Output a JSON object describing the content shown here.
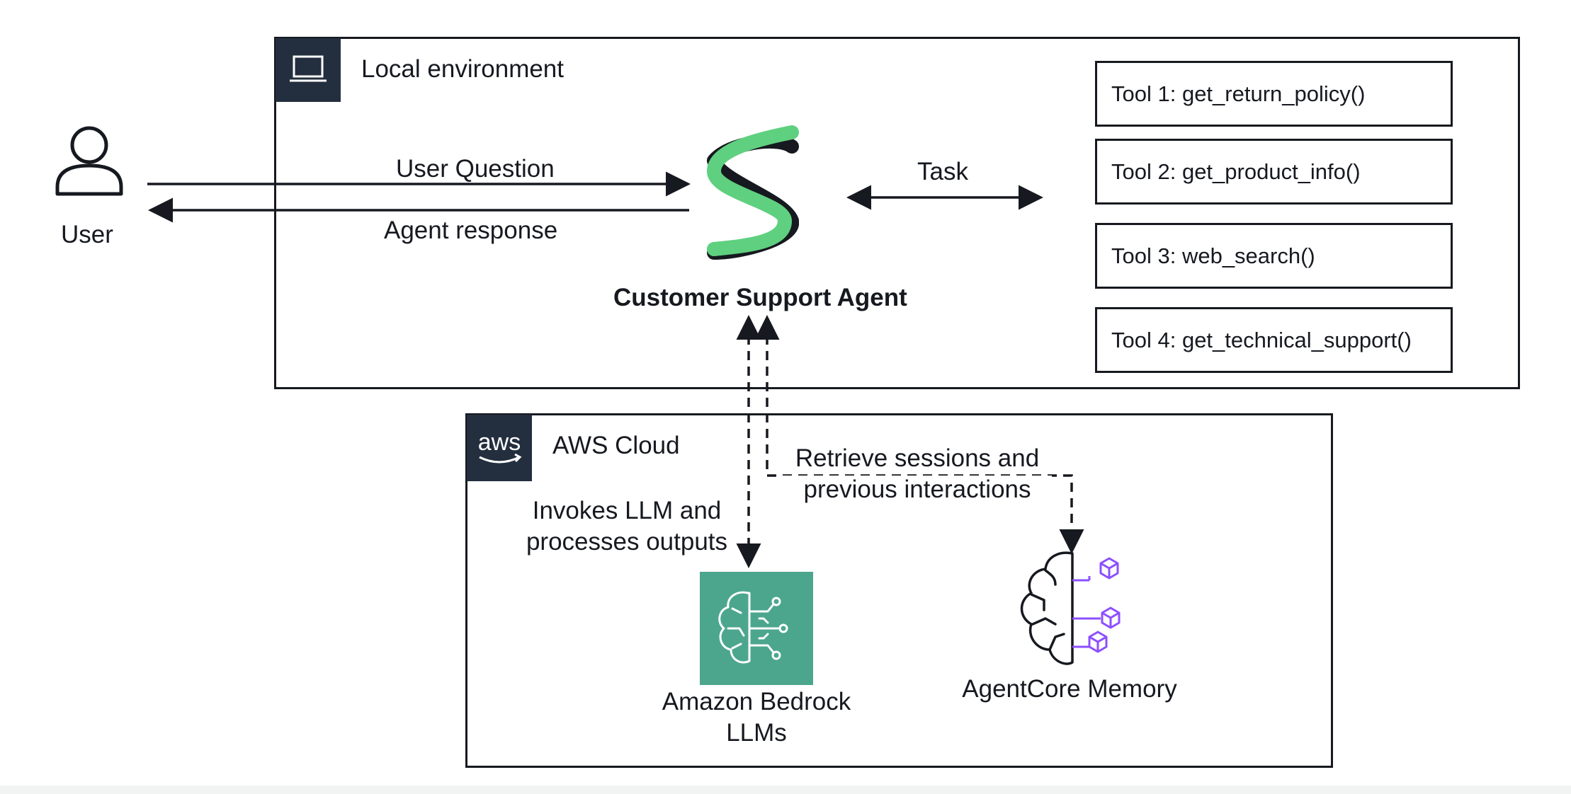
{
  "local_environment": {
    "title": "Local environment",
    "icon": "laptop-icon"
  },
  "user": {
    "label": "User",
    "icon": "user-icon"
  },
  "flows": {
    "user_question": "User Question",
    "agent_response": "Agent response",
    "task": "Task"
  },
  "agent": {
    "name": "Customer Support Agent",
    "icon": "strands-agent-logo-icon",
    "colors": {
      "green": "#5fd07f",
      "black": "#16191f"
    }
  },
  "tools": [
    {
      "label": "Tool 1: get_return_policy()"
    },
    {
      "label": "Tool 2: get_product_info()"
    },
    {
      "label": "Tool 3: web_search()"
    },
    {
      "label": "Tool 4: get_technical_support()"
    }
  ],
  "aws_cloud": {
    "title": "AWS Cloud",
    "logo_text": "aws",
    "icon": "aws-logo-icon"
  },
  "annotations": {
    "invokes_line1": "Invokes LLM and",
    "invokes_line2": "processes outputs",
    "retrieve_line1": "Retrieve sessions and",
    "retrieve_line2": "previous interactions"
  },
  "services": {
    "bedrock_line1": "Amazon Bedrock",
    "bedrock_line2": "LLMs",
    "bedrock_icon": "bedrock-brain-icon",
    "bedrock_color": "#4ca68d",
    "memory": "AgentCore Memory",
    "memory_icon": "agentcore-memory-icon",
    "memory_accent": "#8c4fff"
  }
}
